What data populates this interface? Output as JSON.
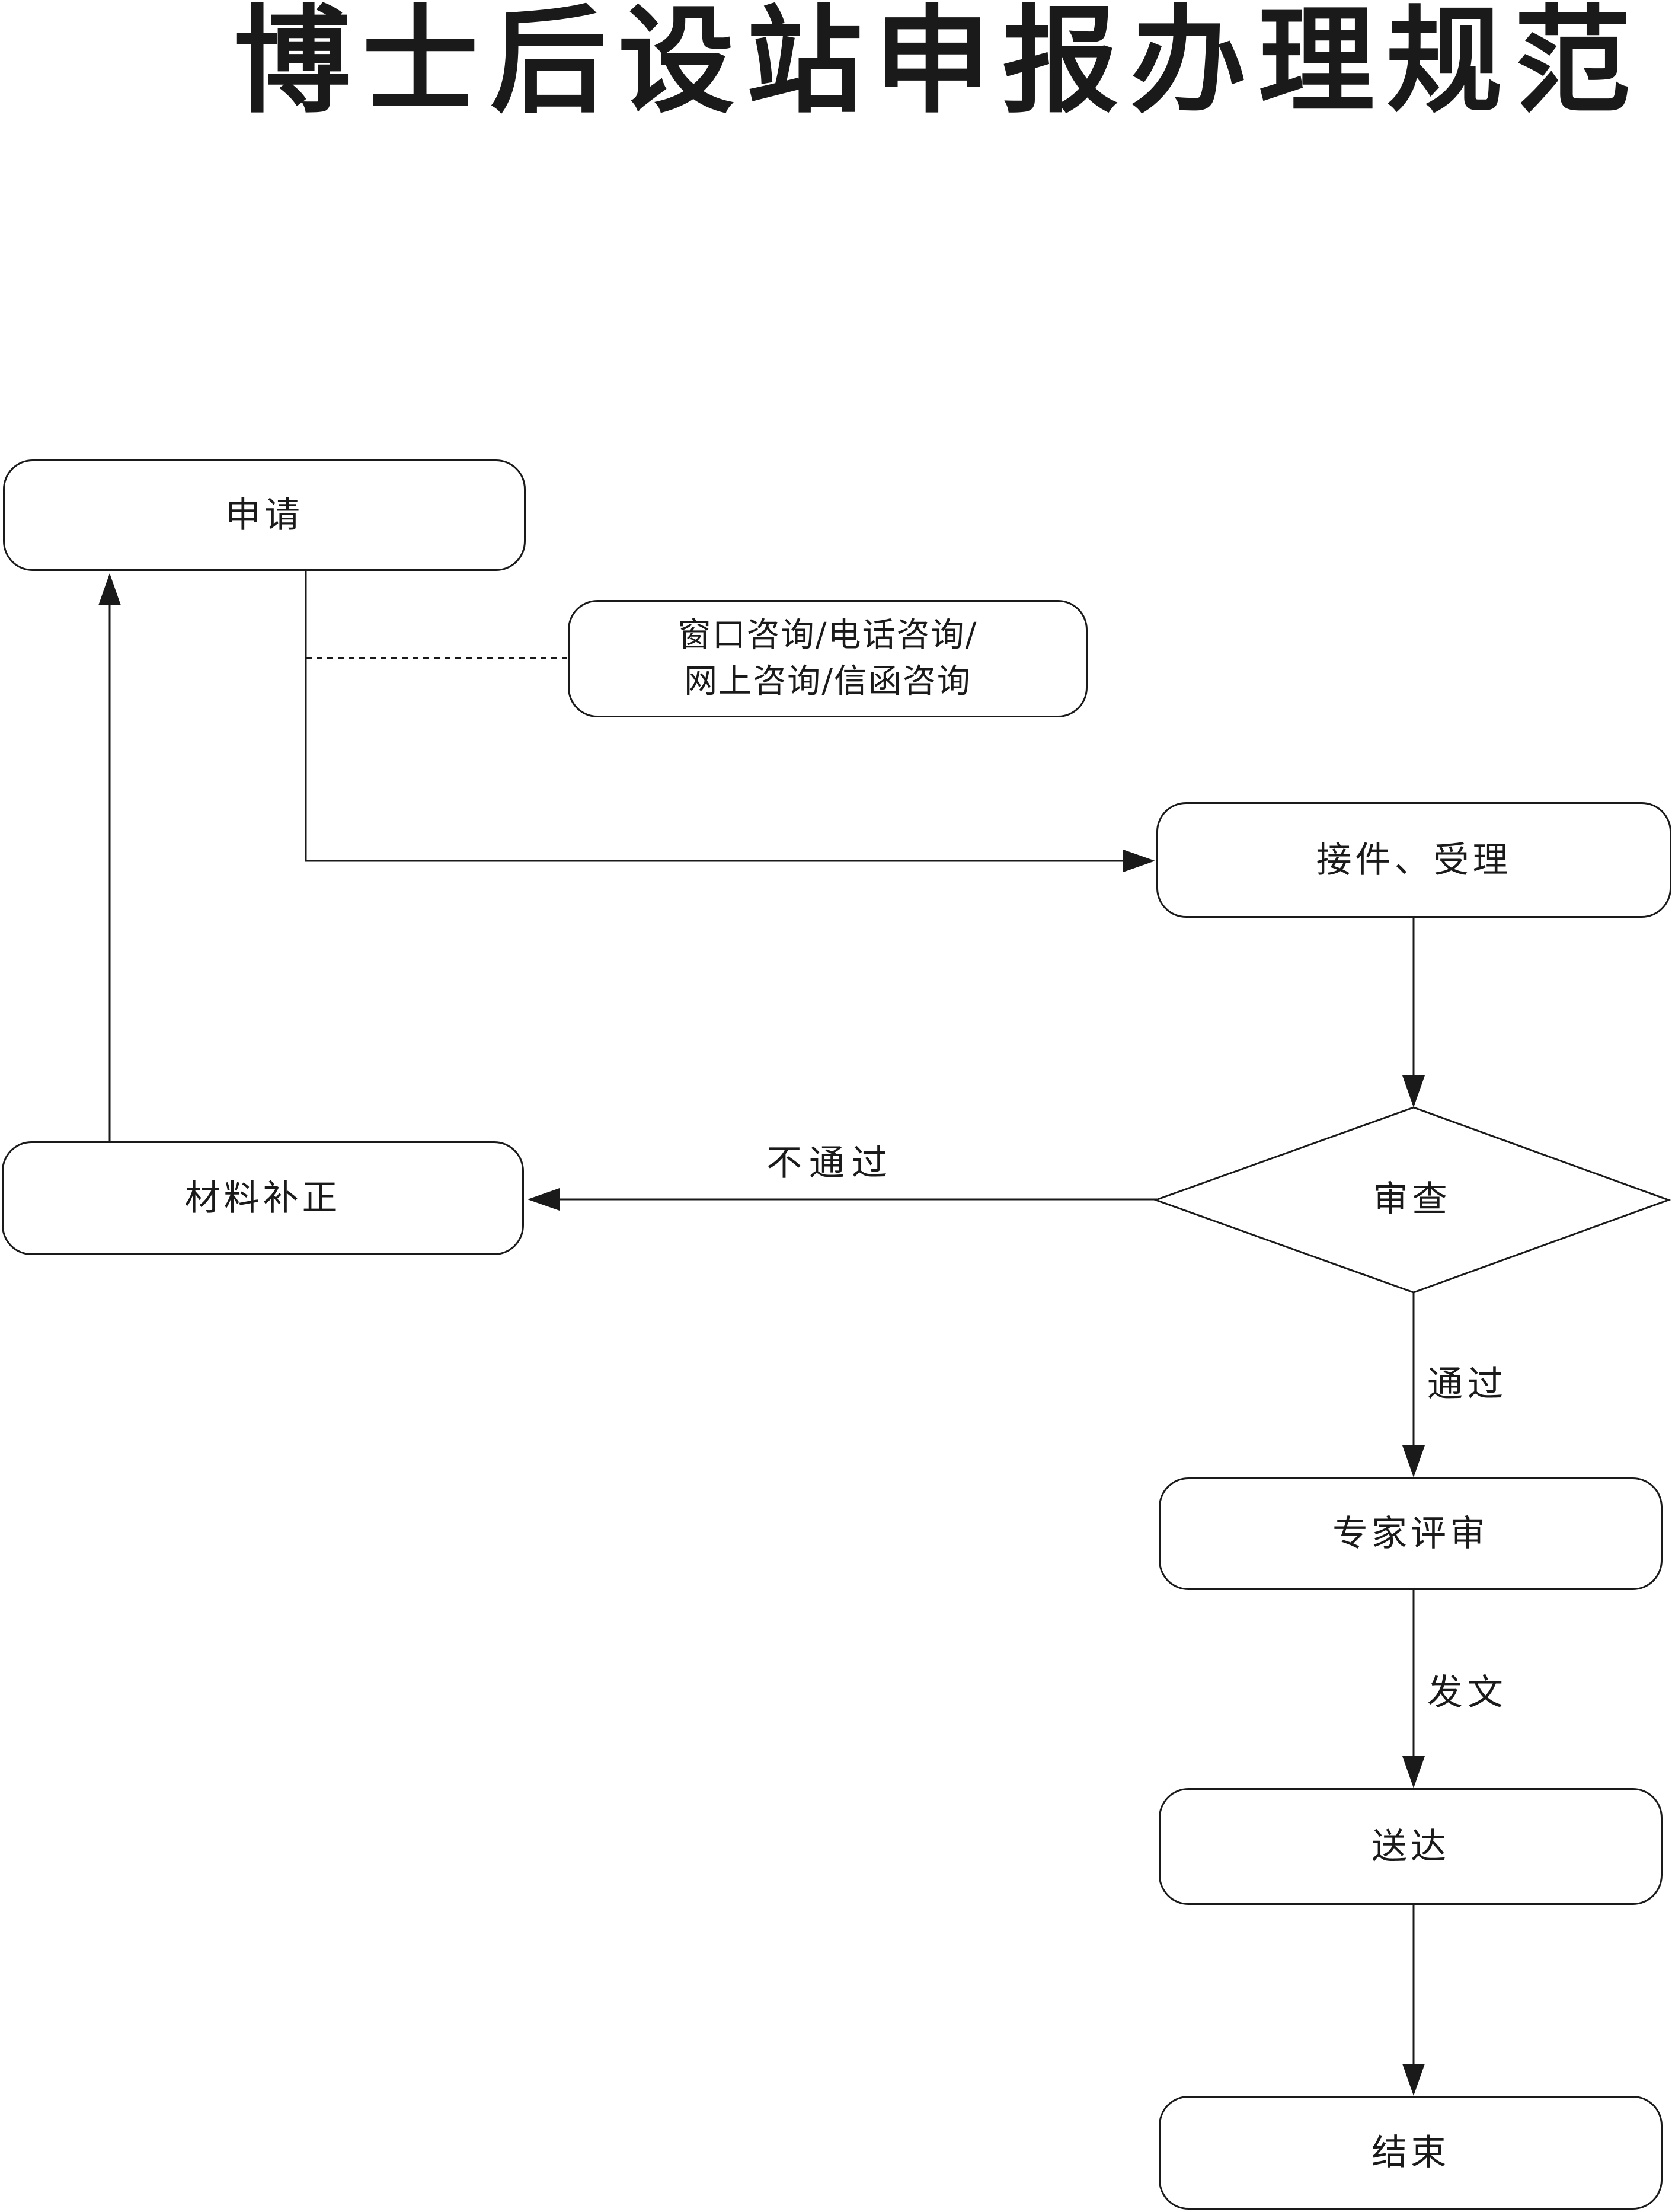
{
  "title": "博士后设站申报办理规范",
  "nodes": {
    "apply": {
      "label": "申请"
    },
    "consult": {
      "line1": "窗口咨询/电话咨询/",
      "line2": "网上咨询/信函咨询"
    },
    "accept": {
      "label": "接件、受理"
    },
    "review": {
      "label": "审查"
    },
    "supplement": {
      "label": "材料补正"
    },
    "expert": {
      "label": "专家评审"
    },
    "deliver": {
      "label": "送达"
    },
    "end": {
      "label": "结束"
    }
  },
  "edge_labels": {
    "reject": "不通过",
    "pass": "通过",
    "issue": "发文"
  },
  "colors": {
    "line": "#1a1a1a",
    "text": "#1a1a1a",
    "background": "#ffffff"
  }
}
